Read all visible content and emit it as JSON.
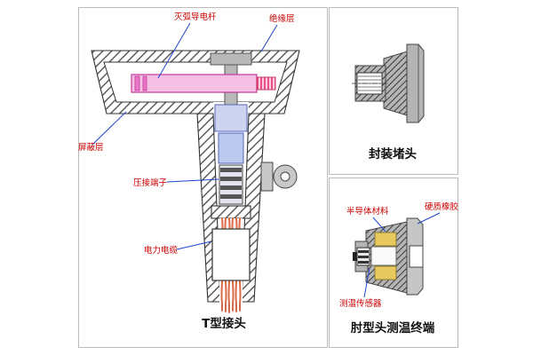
{
  "figure": {
    "tjoint": {
      "caption": "T型接头",
      "labels": {
        "arc_rod": "灭弧导电杆",
        "insulation": "绝缘层",
        "shield": "屏蔽层",
        "crimp_terminal": "压接端子",
        "power_cable": "电力电缆"
      }
    },
    "plug": {
      "caption": "封装堵头"
    },
    "elbow": {
      "caption": "肘型头测温终端",
      "labels": {
        "semiconductor": "半导体材料",
        "hard_rubber": "硬质橡胶",
        "temp_sensor": "测温传感器"
      }
    },
    "colors": {
      "label_text": "#cc0000",
      "leader_line": "#2244cc",
      "rod_pink": "#f6bfe4",
      "rod_border": "#c23a9a",
      "fitting_blue": "#bcc8ee",
      "cable_orange": "#d96a48",
      "metal_gray": "#b4b4b4",
      "semiconductor_yellow": "#e7c95f"
    }
  }
}
